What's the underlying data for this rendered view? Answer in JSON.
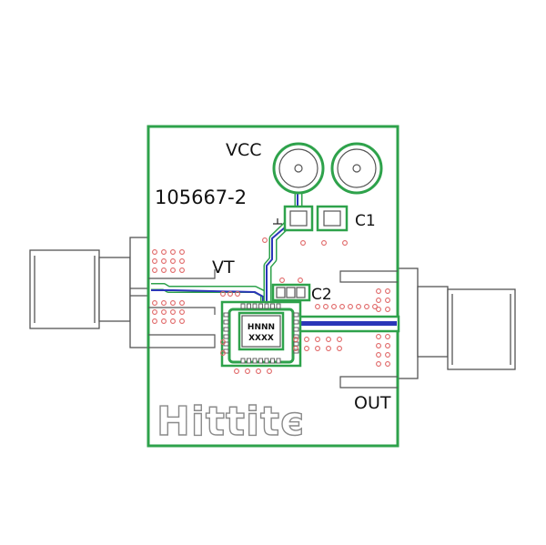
{
  "labels": {
    "part_number": "105667-2",
    "vcc": "VCC",
    "c1": "C1",
    "c2": "C2",
    "vt": "VT",
    "out": "OUT",
    "chip_line1": "HNNN",
    "chip_line2": "XXXX"
  },
  "logo_text": "Hittite",
  "colors": {
    "board_outline": "#2ea24b",
    "trace": "#2b36b8",
    "connector": "#555555",
    "via": "#e06666"
  }
}
